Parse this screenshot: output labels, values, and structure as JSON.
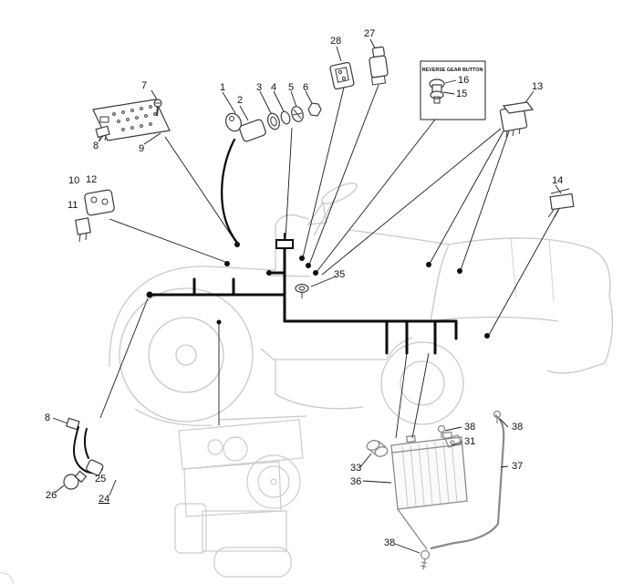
{
  "callouts": {
    "n1": "1",
    "n2": "2",
    "n3": "3",
    "n4": "4",
    "n5": "5",
    "n6": "6",
    "n7": "7",
    "n8a": "8",
    "n9": "9",
    "n10": "10",
    "n11": "11",
    "n12": "12",
    "n13": "13",
    "n14": "14",
    "n15": "15",
    "n16": "16",
    "n24": "24",
    "n25": "25",
    "n26": "26",
    "n27": "27",
    "n28": "28",
    "n31": "31",
    "n33": "33",
    "n35": "35",
    "n36": "36",
    "n37": "37",
    "n38a": "38",
    "n38b": "38",
    "n38c": "38",
    "n8b": "8"
  },
  "reverse_box": {
    "label": "REVERSE GEAR BUTTON"
  },
  "colors": {
    "harness": "#0d0d0d",
    "tractor_outline": "#c9c9c9",
    "part_stroke": "#3a3a3a",
    "battery_stroke": "#8a8a8a"
  }
}
